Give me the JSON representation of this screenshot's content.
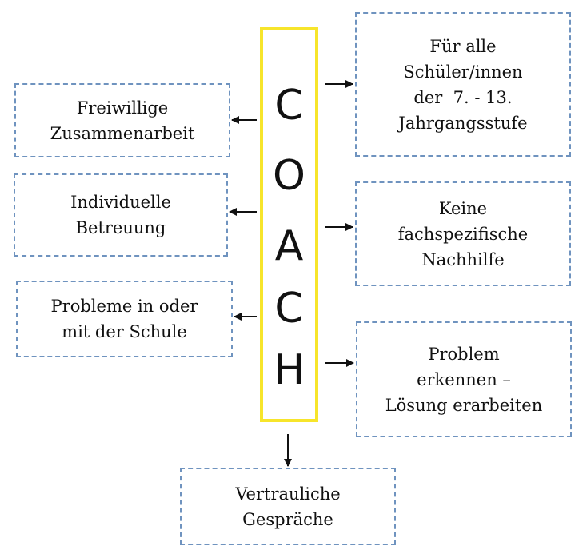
{
  "center": {
    "letters": [
      "C",
      "O",
      "A",
      "C",
      "H"
    ],
    "border_color": "#f7e52b"
  },
  "boxes": {
    "left_1": [
      "Freiwillige",
      "Zusammenarbeit"
    ],
    "left_2": [
      "Individuelle",
      "Betreuung"
    ],
    "left_3": [
      "Probleme in oder",
      "mit der Schule"
    ],
    "right_1": [
      "Für alle",
      "Schüler/innen",
      "der  7. - 13.",
      "Jahrgangsstufe"
    ],
    "right_2": [
      "Keine",
      "fachspezifische",
      "Nachhilfe"
    ],
    "right_3": [
      "Problem",
      "erkennen –",
      "Lösung erarbeiten"
    ],
    "bottom": [
      "Vertrauliche",
      "Gespräche"
    ]
  },
  "colors": {
    "box_border": "#6f93bf",
    "arrow": "#111111"
  }
}
